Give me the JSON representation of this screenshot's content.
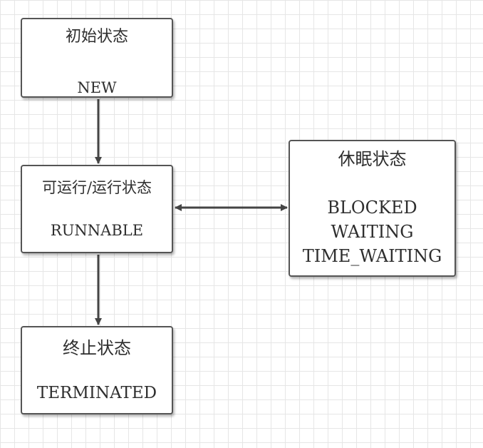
{
  "diagram": {
    "grid_color": "#e6e6e6",
    "border_color": "#555555",
    "arrow_color": "#444444",
    "nodes": {
      "new": {
        "title": "初始状态",
        "state": "NEW"
      },
      "runnable": {
        "title": "可运行/运行状态",
        "state": "RUNNABLE"
      },
      "sleep": {
        "title": "休眠状态",
        "states": [
          "BLOCKED",
          "WAITING",
          "TIME_WAITING"
        ]
      },
      "terminated": {
        "title": "终止状态",
        "state": "TERMINATED"
      }
    },
    "edges": [
      {
        "from": "new",
        "to": "runnable",
        "direction": "one-way"
      },
      {
        "from": "runnable",
        "to": "sleep",
        "direction": "two-way"
      },
      {
        "from": "runnable",
        "to": "terminated",
        "direction": "one-way"
      }
    ]
  }
}
